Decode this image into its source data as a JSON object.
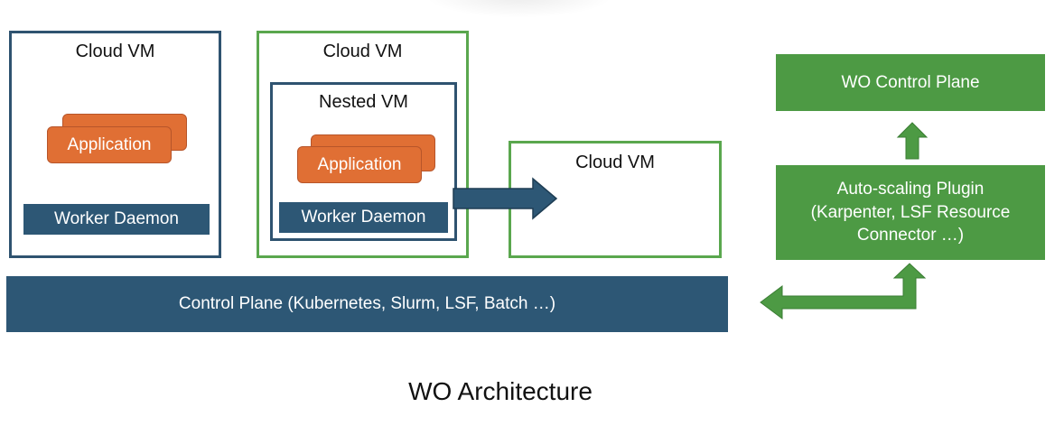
{
  "left_vm": {
    "title": "Cloud VM",
    "application": "Application",
    "worker_daemon": "Worker Daemon"
  },
  "middle_vm": {
    "title": "Cloud VM",
    "nested_vm": {
      "title": "Nested VM",
      "application": "Application",
      "worker_daemon": "Worker Daemon"
    }
  },
  "target_vm": {
    "title": "Cloud VM"
  },
  "wo_control_plane": "WO Control Plane",
  "autoscaling_plugin": {
    "line1": "Auto-scaling Plugin",
    "line2": "(Karpenter, LSF Resource",
    "line3": "Connector …)"
  },
  "control_plane": "Control Plane (Kubernetes, Slurm, LSF, Batch …)",
  "caption": "WO Architecture",
  "colors": {
    "navy": "#2d5775",
    "green": "#4d9a44",
    "green_border": "#5aa74e",
    "orange": "#e06f34"
  }
}
